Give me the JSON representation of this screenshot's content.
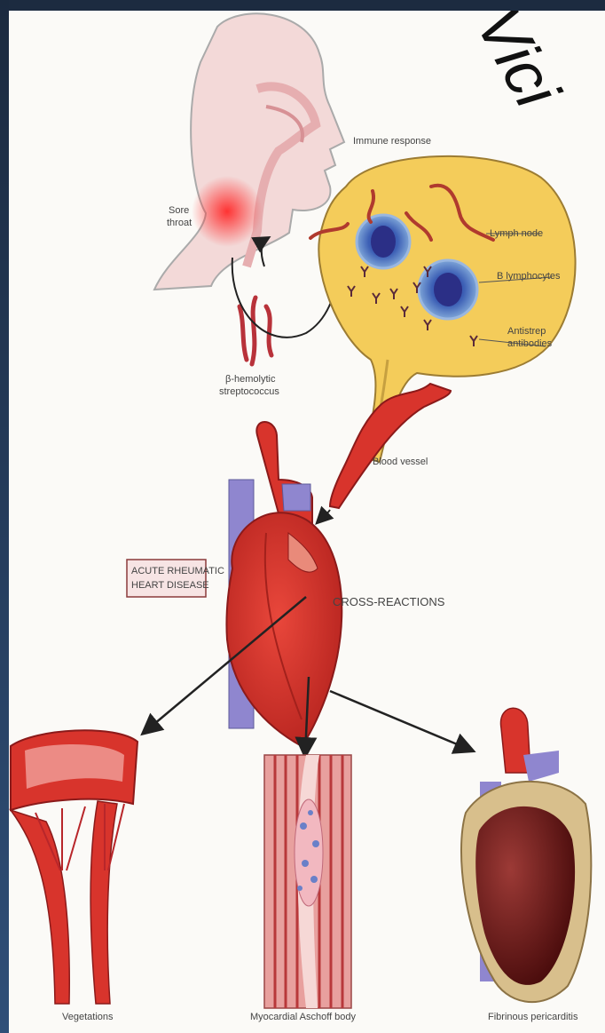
{
  "watermark": "Vici",
  "labels": {
    "immune_response": "Immune response",
    "sore_throat_1": "Sore",
    "sore_throat_2": "throat",
    "lymph_node": "Lymph node",
    "b_lymphocytes": "B lymphocytes",
    "antistrep_1": "Antistrep",
    "antistrep_2": "antibodies",
    "strep_1": "β-hemolytic",
    "strep_2": "streptococcus",
    "blood_vessel": "Blood vessel",
    "ardh_1": "ACUTE RHEUMATIC",
    "ardh_2": "HEART DISEASE",
    "cross_reactions": "CROSS-REACTIONS",
    "vegetations": "Vegetations",
    "aschoff": "Myocardial Aschoff body",
    "pericarditis": "Fibrinous pericarditis"
  },
  "colors": {
    "skin": "#f3d9d8",
    "lymph": "#f4cc5a",
    "heart_red": "#d8342c",
    "vessel_blue": "#8f86cf",
    "lymphocyte": "#3c5fb5",
    "pericardium": "#d8bf8c",
    "heart_dark": "#6e1414"
  }
}
